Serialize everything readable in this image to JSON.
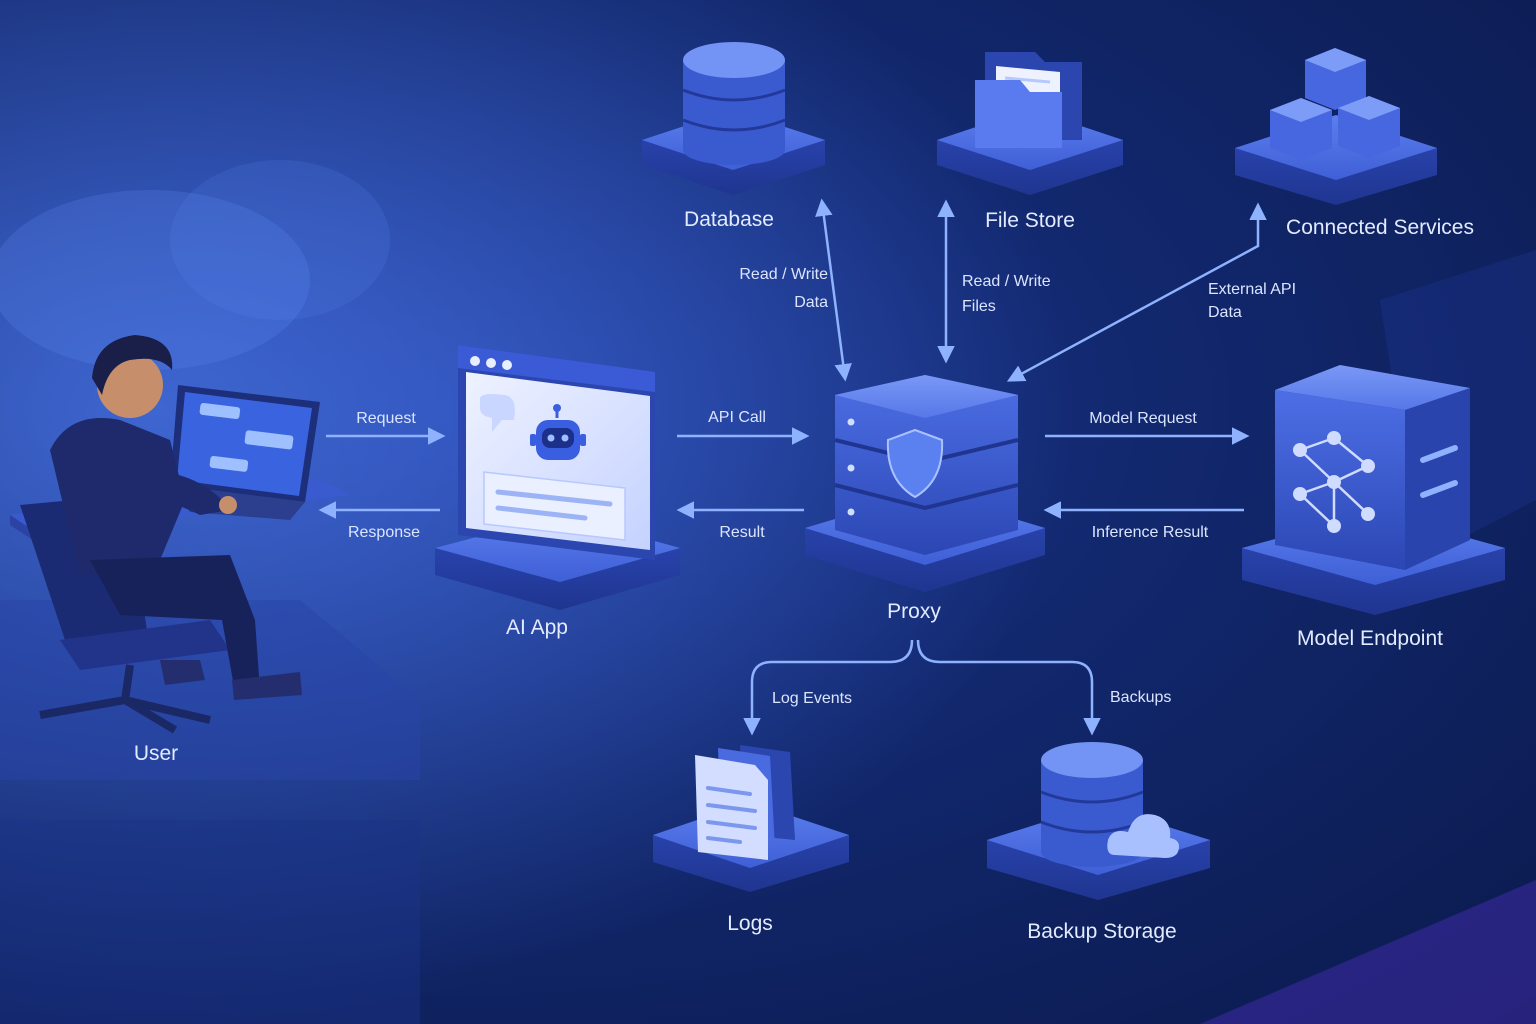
{
  "nodes": {
    "user": "User",
    "ai_app": "AI App",
    "proxy": "Proxy",
    "model_endpoint": "Model Endpoint",
    "database": "Database",
    "file_store": "File Store",
    "connected_services": "Connected Services",
    "logs": "Logs",
    "backup_storage": "Backup Storage"
  },
  "edges": {
    "request": "Request",
    "response": "Response",
    "api_call": "API Call",
    "result": "Result",
    "model_request": "Model Request",
    "inference_result": "Inference Result",
    "db_rw_line1": "Read / Write",
    "db_rw_line2": "Data",
    "fs_rw_line1": "Read / Write",
    "fs_rw_line2": "Files",
    "ext_api_line1": "External API",
    "ext_api_line2": "Data",
    "log_events": "Log Events",
    "backups": "Backups"
  },
  "colors": {
    "background": "#12286e",
    "platform": "#3d5fd8",
    "accent": "#8fb2ff"
  }
}
